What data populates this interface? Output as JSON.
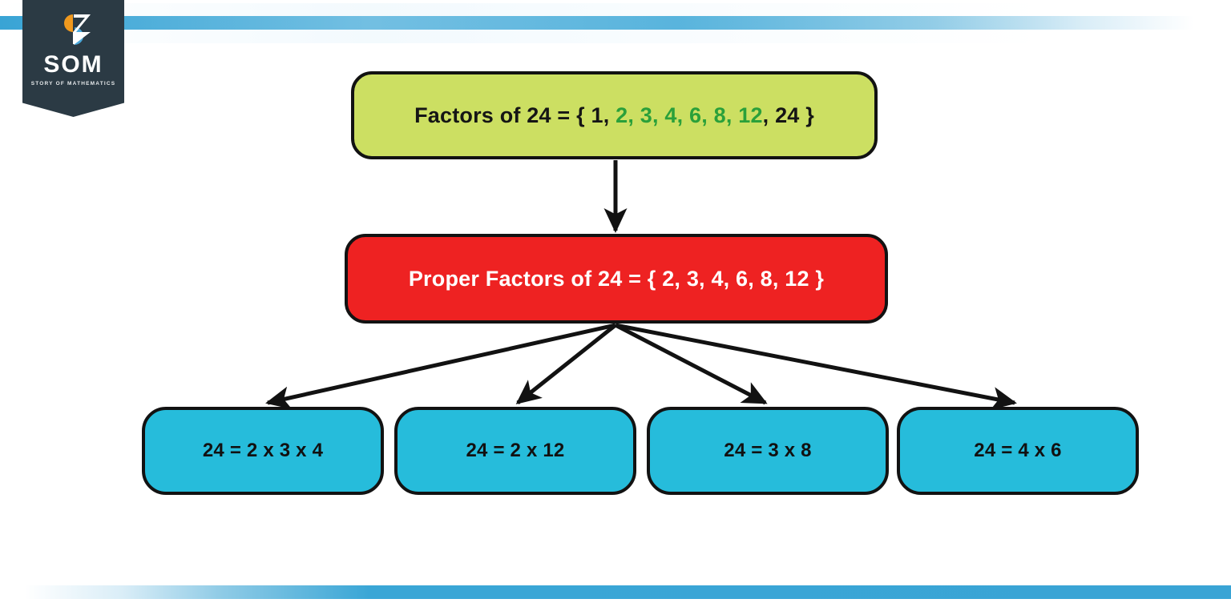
{
  "brand": {
    "name": "SOM",
    "tagline": "STORY OF MATHEMATICS",
    "mark_colors": {
      "orange": "#f0991e",
      "blue": "#4aa8db",
      "white": "#ffffff",
      "banner": "#2b3a44"
    }
  },
  "theme": {
    "accent_bar": "#39a4d5",
    "green_box": "#ccdf62",
    "red_box": "#ee2222",
    "blue_box": "#26bcdb",
    "outline": "#121212",
    "highlight_green_text": "#2aa03a"
  },
  "diagram": {
    "type": "flowchart",
    "title_node": {
      "label_prefix": "Factors of 24 = { 1, ",
      "label_highlight": "2, 3, 4, 6, 8, 12",
      "label_suffix": ", 24 }",
      "full_text": "Factors of 24 = { 1, 2, 3, 4, 6, 8, 12, 24 }",
      "factors": [
        1,
        2,
        3,
        4,
        6,
        8,
        12,
        24
      ],
      "highlighted_factors": [
        2,
        3,
        4,
        6,
        8,
        12
      ]
    },
    "proper_node": {
      "full_text": "Proper Factors of 24 = { 2, 3, 4, 6, 8, 12 }",
      "proper_factors": [
        2,
        3,
        4,
        6,
        8,
        12
      ]
    },
    "factor_pairs": [
      {
        "text": "24 = 2 x 3 x 4"
      },
      {
        "text": "24 = 2 x 12"
      },
      {
        "text": "24 = 3 x 8"
      },
      {
        "text": "24 = 4 x 6"
      }
    ]
  }
}
